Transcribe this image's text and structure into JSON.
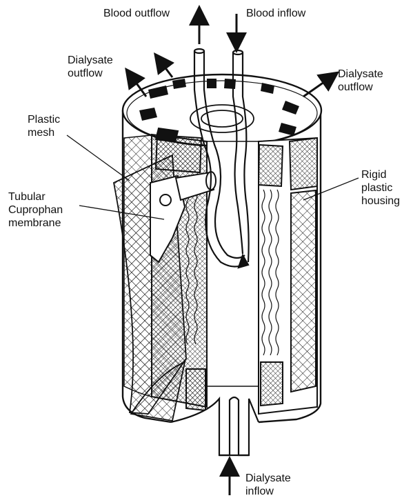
{
  "labels": {
    "blood_outflow": "Blood outflow",
    "blood_inflow": "Blood inflow",
    "dialysate_outflow_left": [
      "Dialysate",
      "outflow"
    ],
    "dialysate_outflow_right": [
      "Dialysate",
      "outflow"
    ],
    "plastic_mesh": [
      "Plastic",
      "mesh"
    ],
    "tubular_membrane": [
      "Tubular",
      "Cuprophan",
      "membrane"
    ],
    "rigid_housing": [
      "Rigid",
      "plastic",
      "housing"
    ],
    "dialysate_inflow": [
      "Dialysate",
      "inflow"
    ]
  },
  "colors": {
    "ink": "#111111",
    "paper": "#ffffff"
  }
}
